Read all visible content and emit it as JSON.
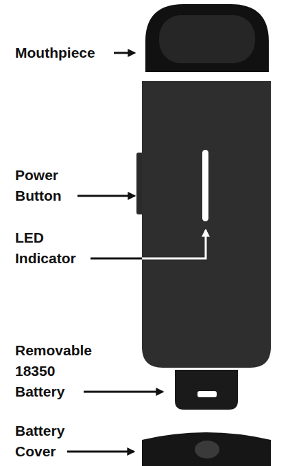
{
  "diagram": {
    "labels": [
      "Mouthpiece",
      "Power Button",
      "LED Indicator",
      "Removable 18350 Battery",
      "Battery Cover"
    ]
  }
}
